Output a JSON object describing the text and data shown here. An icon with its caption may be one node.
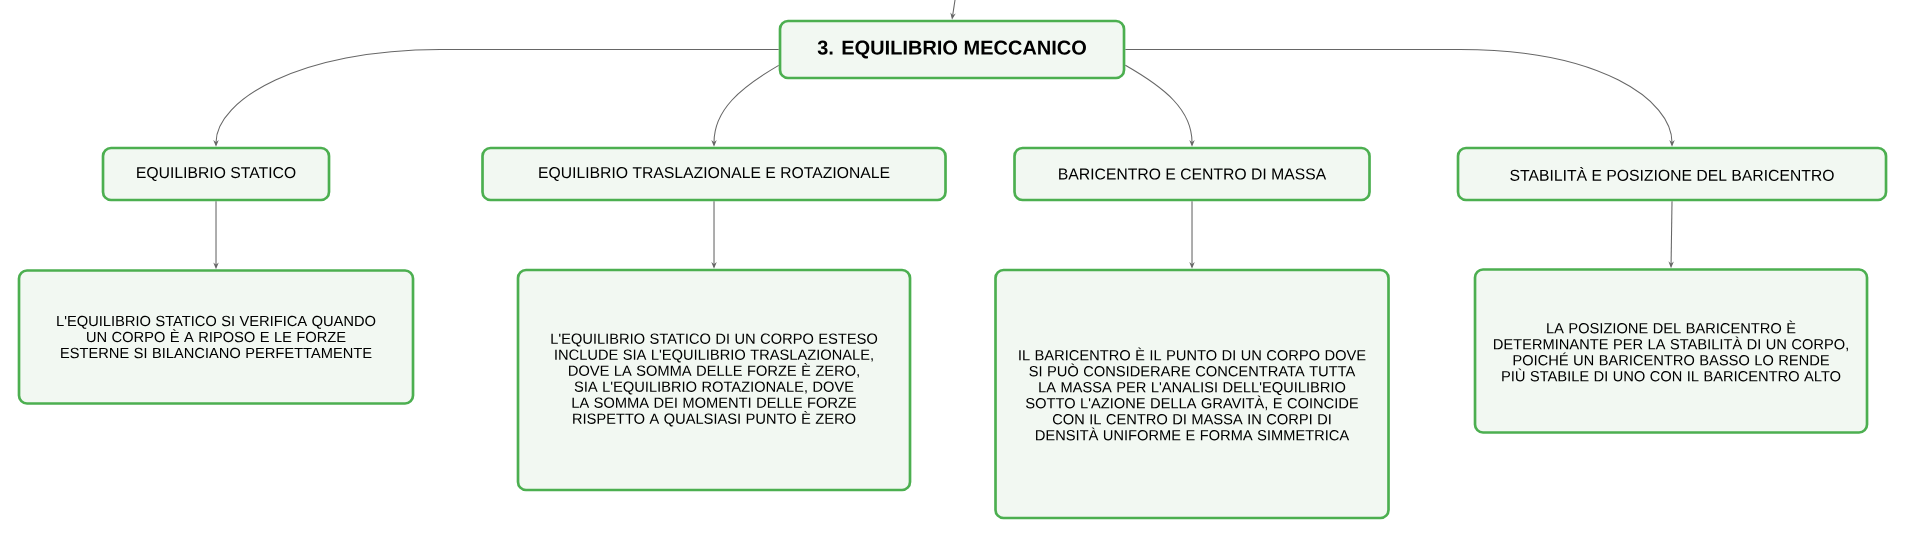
{
  "diagram": {
    "nodes": [
      {
        "text": [
          "3. EQUILIBRIO MECCANICO"
        ]
      },
      {
        "text": [
          "EQUILIBRIO STATICO"
        ]
      },
      {
        "text": [
          "EQUILIBRIO TRASLAZIONALE E ROTAZIONALE"
        ]
      },
      {
        "text": [
          "BARICENTRO E CENTRO DI MASSA"
        ]
      },
      {
        "text": [
          "STABILITÀ E POSIZIONE DEL BARICENTRO"
        ]
      },
      {
        "text": [
          "L'EQUILIBRIO STATICO SI VERIFICA QUANDO UN CORPO È A RIPOSO E LE FORZE ESTERNE SI BILANCIANO PERFETTAMENTE"
        ]
      },
      {
        "text": [
          "L'EQUILIBRIO STATICO DI UN CORPO ESTESO INCLUDE SIA L'EQUILIBRIO TRASLAZIONALE, DOVE LA SOMMA DELLE FORZE È ZERO, SIA L'EQUILIBRIO ROTAZIONALE, DOVE LA SOMMA DEI MOMENTI DELLE FORZE RISPETTO A QUALSIASI PUNTO È ZERO"
        ]
      },
      {
        "text": [
          "IL BARICENTRO È IL PUNTO DI UN CORPO DOVE SI PUÒ CONSIDERARE CONCENTRATA TUTTA LA MASSA PER L'ANALISI DELL'EQUILIBRIO SOTTO L'AZIONE DELLA GRAVITÀ, E COINCIDE CON IL CENTRO DI MASSA IN CORPI DI DENSITÀ UNIFORME E FORMA SIMMETRICA"
        ]
      },
      {
        "text": [
          "LA POSIZIONE DEL BARICENTRO È DETERMINANTE PER LA STABILITÀ DI UN CORPO, POICHÉ UN BARICENTRO BASSO LO RENDE PIÙ STABILE DI UNO CON IL BARICENTRO ALTO"
        ]
      }
    ],
    "edges": [
      {
        "from": null,
        "to": 0,
        "arrow": "to"
      },
      {
        "from": 0,
        "to": 1,
        "arrow": "to"
      },
      {
        "from": 0,
        "to": 2,
        "arrow": "to"
      },
      {
        "from": 0,
        "to": 3,
        "arrow": "to"
      },
      {
        "from": 0,
        "to": 4,
        "arrow": "to"
      },
      {
        "from": 1,
        "to": 5,
        "arrow": "to"
      },
      {
        "from": 2,
        "to": 6,
        "arrow": "to"
      },
      {
        "from": 3,
        "to": 7,
        "arrow": "to"
      },
      {
        "from": 4,
        "to": 8,
        "arrow": "to"
      }
    ]
  }
}
